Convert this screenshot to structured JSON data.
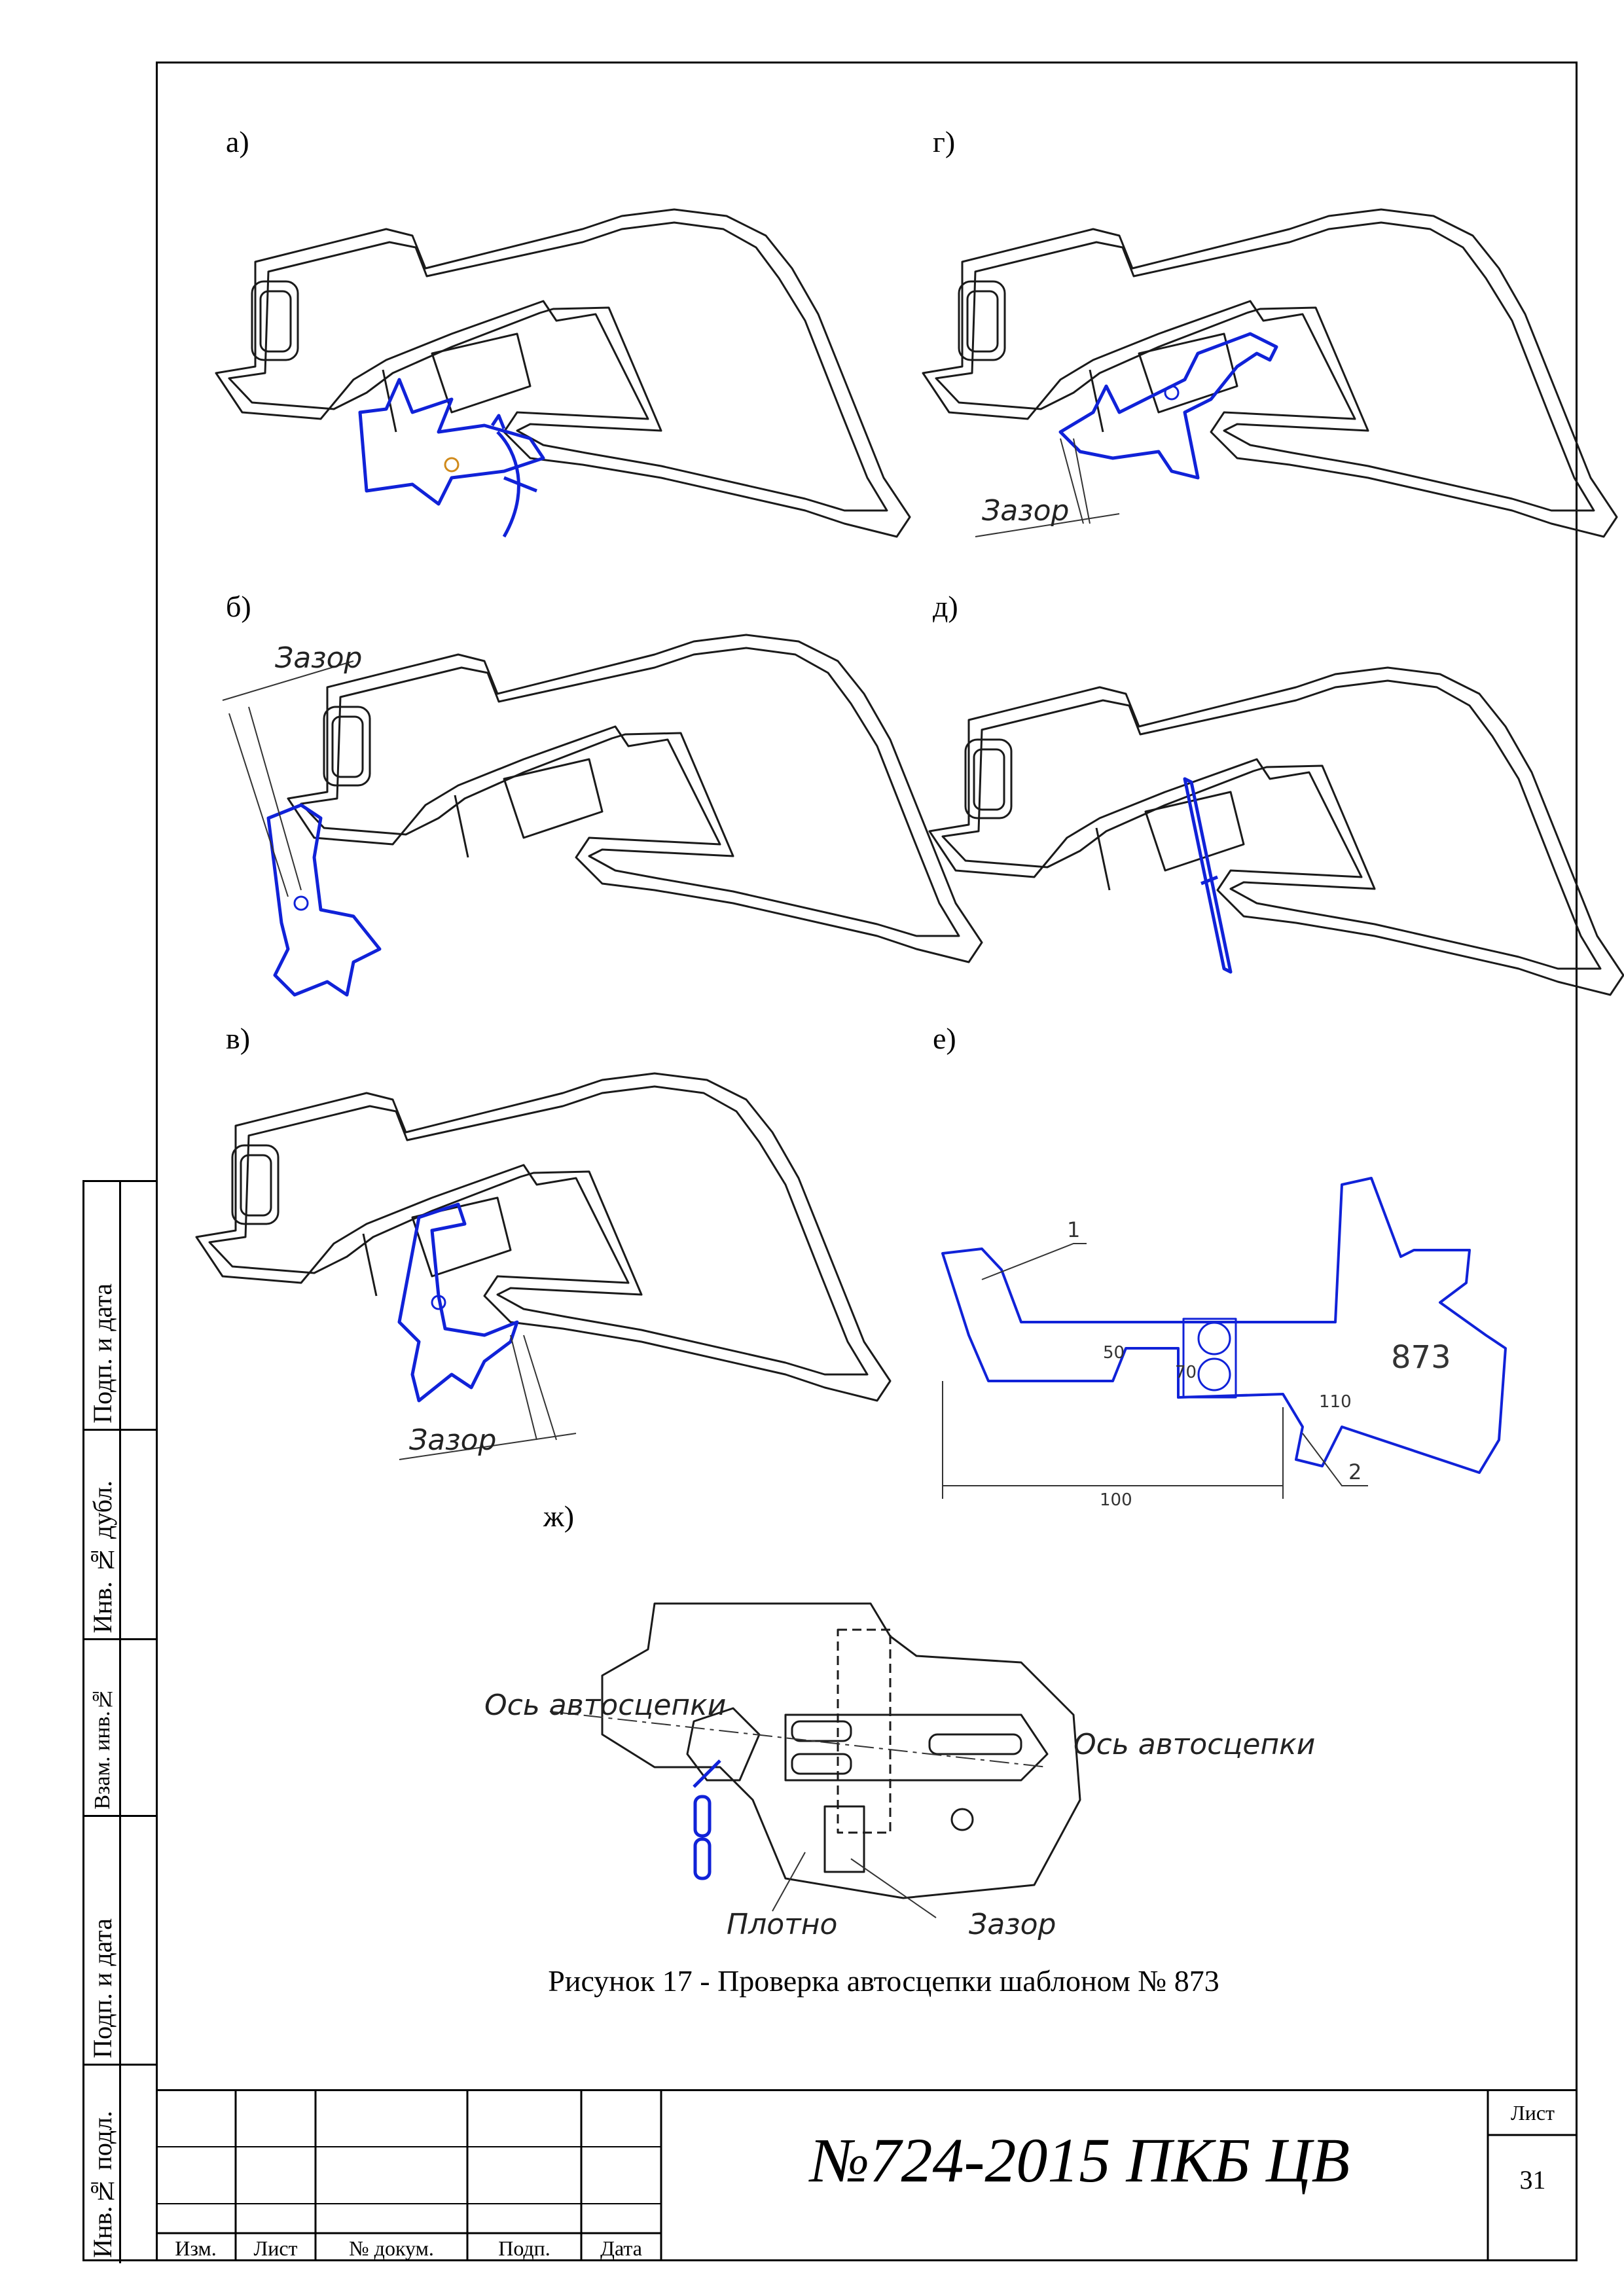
{
  "panels": {
    "a": "а)",
    "b": "б)",
    "v": "в)",
    "g": "г)",
    "d": "д)",
    "e": "е)",
    "zh": "ж)"
  },
  "annotations": {
    "gap": "Зазор",
    "axis": "Ось автосцепки",
    "tight": "Плотно",
    "template_number": "873",
    "dim_100": "100",
    "dim_50": "50",
    "dim_70": "70",
    "dim_110": "110",
    "leader_1": "1",
    "leader_2": "2"
  },
  "caption": "Рисунок 17 -  Проверка автосцепки шаблоном № 873",
  "side_stamp": [
    "Подп. и дата",
    "Инв. № дубл.",
    "Взам. инв.№",
    "Подп. и дата",
    "Инв.№ подл."
  ],
  "title_block": {
    "headers": [
      "Изм.",
      "Лист",
      "№ докум.",
      "Подп.",
      "Дата"
    ],
    "document": "№724-2015 ПКБ ЦВ",
    "sheet_label": "Лист",
    "sheet_number": "31"
  }
}
